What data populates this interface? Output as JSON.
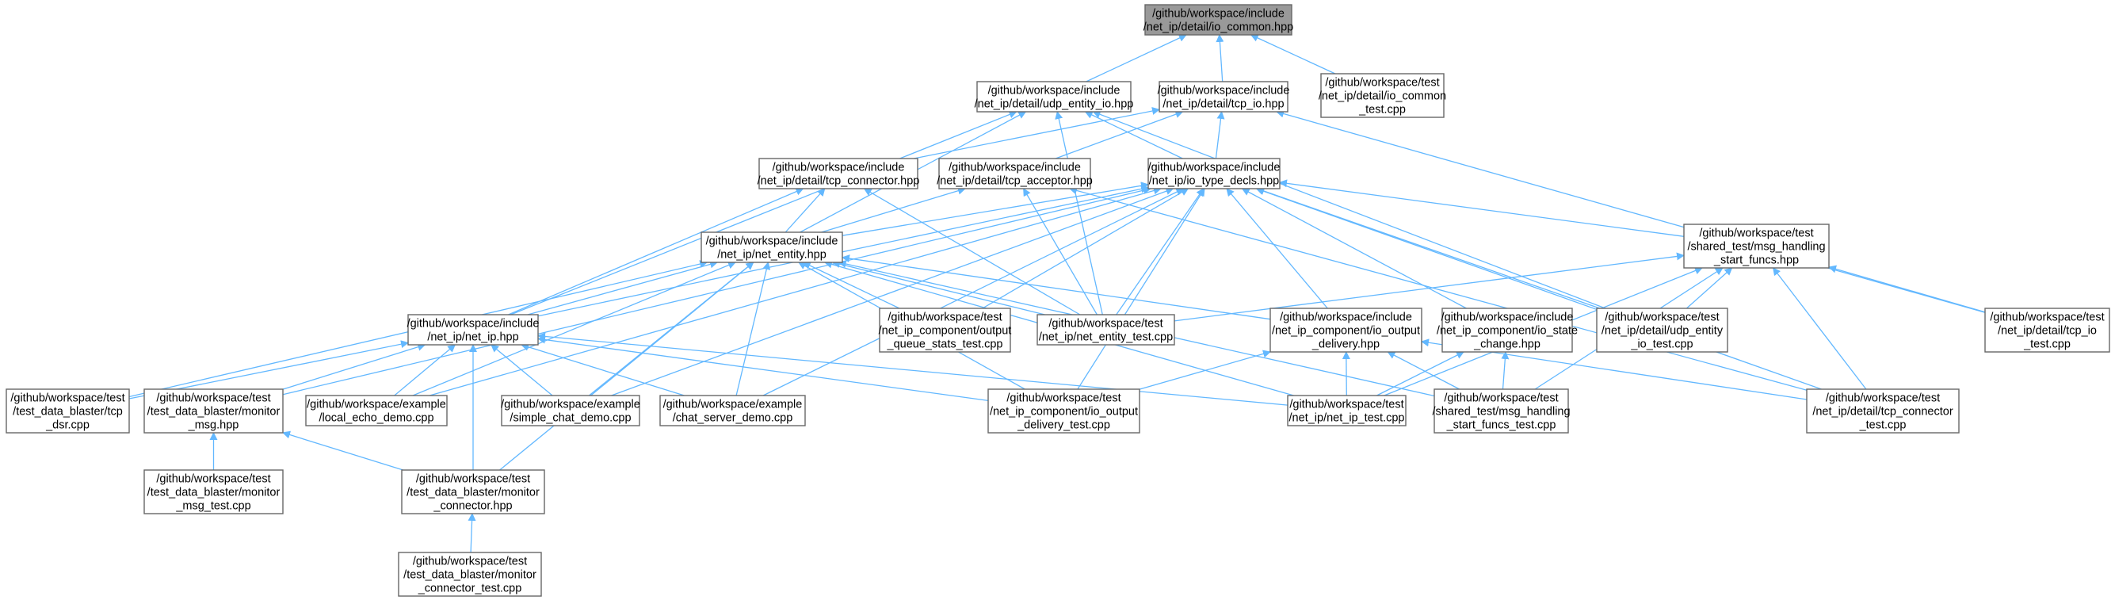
{
  "colors": {
    "edge": "#63b8ff",
    "root_fill": "#999999",
    "node_border": "#666666",
    "node_fill": "#ffffff"
  },
  "nodes": {
    "io_common": [
      "/github/workspace/include",
      "/net_ip/detail/io_common.hpp"
    ],
    "io_common_test": [
      "/github/workspace/test",
      "/net_ip/detail/io_common",
      "_test.cpp"
    ],
    "udp_entity_io": [
      "/github/workspace/include",
      "/net_ip/detail/udp_entity_io.hpp"
    ],
    "tcp_io": [
      "/github/workspace/include",
      "/net_ip/detail/tcp_io.hpp"
    ],
    "tcp_connector": [
      "/github/workspace/include",
      "/net_ip/detail/tcp_connector.hpp"
    ],
    "tcp_acceptor": [
      "/github/workspace/include",
      "/net_ip/detail/tcp_acceptor.hpp"
    ],
    "io_type_decls": [
      "/github/workspace/include",
      "/net_ip/io_type_decls.hpp"
    ],
    "net_entity": [
      "/github/workspace/include",
      "/net_ip/net_entity.hpp"
    ],
    "msg_handling": [
      "/github/workspace/test",
      "/shared_test/msg_handling",
      "_start_funcs.hpp"
    ],
    "tcp_io_test": [
      "/github/workspace/test",
      "/net_ip/detail/tcp_io",
      "_test.cpp"
    ],
    "net_ip": [
      "/github/workspace/include",
      "/net_ip/net_ip.hpp"
    ],
    "queue_stats_test": [
      "/github/workspace/test",
      "/net_ip_component/output",
      "_queue_stats_test.cpp"
    ],
    "net_entity_test": [
      "/github/workspace/test",
      "/net_ip/net_entity_test.cpp"
    ],
    "io_output_delivery": [
      "/github/workspace/include",
      "/net_ip_component/io_output",
      "_delivery.hpp"
    ],
    "io_state_change": [
      "/github/workspace/include",
      "/net_ip_component/io_state",
      "_change.hpp"
    ],
    "udp_entity_io_test": [
      "/github/workspace/test",
      "/net_ip/detail/udp_entity",
      "_io_test.cpp"
    ],
    "tcp_dsr": [
      "/github/workspace/test",
      "/test_data_blaster/tcp",
      "_dsr.cpp"
    ],
    "monitor_msg": [
      "/github/workspace/test",
      "/test_data_blaster/monitor",
      "_msg.hpp"
    ],
    "local_echo_demo": [
      "/github/workspace/example",
      "/local_echo_demo.cpp"
    ],
    "simple_chat_demo": [
      "/github/workspace/example",
      "/simple_chat_demo.cpp"
    ],
    "chat_server_demo": [
      "/github/workspace/example",
      "/chat_server_demo.cpp"
    ],
    "io_output_delivery_test": [
      "/github/workspace/test",
      "/net_ip_component/io_output",
      "_delivery_test.cpp"
    ],
    "net_ip_test": [
      "/github/workspace/test",
      "/net_ip/net_ip_test.cpp"
    ],
    "msg_handling_test": [
      "/github/workspace/test",
      "/shared_test/msg_handling",
      "_start_funcs_test.cpp"
    ],
    "tcp_connector_test": [
      "/github/workspace/test",
      "/net_ip/detail/tcp_connector",
      "_test.cpp"
    ],
    "monitor_msg_test": [
      "/github/workspace/test",
      "/test_data_blaster/monitor",
      "_msg_test.cpp"
    ],
    "monitor_connector": [
      "/github/workspace/test",
      "/test_data_blaster/monitor",
      "_connector.hpp"
    ],
    "monitor_connector_test": [
      "/github/workspace/test",
      "/test_data_blaster/monitor",
      "_connector_test.cpp"
    ]
  },
  "edges": [
    [
      "io_common",
      "udp_entity_io"
    ],
    [
      "io_common",
      "tcp_io"
    ],
    [
      "io_common",
      "io_common_test"
    ],
    [
      "udp_entity_io",
      "net_entity"
    ],
    [
      "udp_entity_io",
      "net_ip"
    ],
    [
      "udp_entity_io",
      "io_type_decls"
    ],
    [
      "udp_entity_io",
      "net_entity_test"
    ],
    [
      "udp_entity_io",
      "udp_entity_io_test"
    ],
    [
      "tcp_io",
      "tcp_connector"
    ],
    [
      "tcp_io",
      "tcp_acceptor"
    ],
    [
      "tcp_io",
      "io_type_decls"
    ],
    [
      "tcp_io",
      "tcp_io_test"
    ],
    [
      "tcp_connector",
      "net_entity"
    ],
    [
      "tcp_connector",
      "net_ip"
    ],
    [
      "tcp_connector",
      "net_entity_test"
    ],
    [
      "tcp_acceptor",
      "net_entity"
    ],
    [
      "tcp_acceptor",
      "net_entity_test"
    ],
    [
      "tcp_acceptor",
      "tcp_connector_test"
    ],
    [
      "io_type_decls",
      "net_entity"
    ],
    [
      "io_type_decls",
      "net_ip"
    ],
    [
      "io_type_decls",
      "msg_handling"
    ],
    [
      "io_type_decls",
      "queue_stats_test"
    ],
    [
      "io_type_decls",
      "net_entity_test"
    ],
    [
      "io_type_decls",
      "io_output_delivery"
    ],
    [
      "io_type_decls",
      "io_state_change"
    ],
    [
      "io_type_decls",
      "udp_entity_io_test"
    ],
    [
      "io_type_decls",
      "monitor_msg"
    ],
    [
      "io_type_decls",
      "local_echo_demo"
    ],
    [
      "io_type_decls",
      "simple_chat_demo"
    ],
    [
      "io_type_decls",
      "chat_server_demo"
    ],
    [
      "io_type_decls",
      "io_output_delivery_test"
    ],
    [
      "io_type_decls",
      "tcp_connector_test"
    ],
    [
      "net_entity",
      "net_ip"
    ],
    [
      "net_entity",
      "queue_stats_test"
    ],
    [
      "net_entity",
      "net_entity_test"
    ],
    [
      "net_entity",
      "io_output_delivery"
    ],
    [
      "net_entity",
      "tcp_dsr"
    ],
    [
      "net_entity",
      "local_echo_demo"
    ],
    [
      "net_entity",
      "simple_chat_demo"
    ],
    [
      "net_entity",
      "chat_server_demo"
    ],
    [
      "net_entity",
      "io_output_delivery_test"
    ],
    [
      "net_entity",
      "net_ip_test"
    ],
    [
      "net_entity",
      "msg_handling_test"
    ],
    [
      "net_entity",
      "monitor_connector"
    ],
    [
      "msg_handling",
      "net_entity_test"
    ],
    [
      "msg_handling",
      "udp_entity_io_test"
    ],
    [
      "msg_handling",
      "tcp_io_test"
    ],
    [
      "msg_handling",
      "net_ip_test"
    ],
    [
      "msg_handling",
      "msg_handling_test"
    ],
    [
      "msg_handling",
      "tcp_connector_test"
    ],
    [
      "net_ip",
      "tcp_dsr"
    ],
    [
      "net_ip",
      "monitor_msg"
    ],
    [
      "net_ip",
      "local_echo_demo"
    ],
    [
      "net_ip",
      "simple_chat_demo"
    ],
    [
      "net_ip",
      "chat_server_demo"
    ],
    [
      "net_ip",
      "io_output_delivery_test"
    ],
    [
      "net_ip",
      "net_ip_test"
    ],
    [
      "net_ip",
      "monitor_connector"
    ],
    [
      "io_output_delivery",
      "io_output_delivery_test"
    ],
    [
      "io_output_delivery",
      "net_ip_test"
    ],
    [
      "io_output_delivery",
      "msg_handling_test"
    ],
    [
      "io_output_delivery",
      "tcp_connector_test"
    ],
    [
      "io_state_change",
      "net_ip_test"
    ],
    [
      "io_state_change",
      "msg_handling_test"
    ],
    [
      "monitor_msg",
      "monitor_msg_test"
    ],
    [
      "monitor_msg",
      "monitor_connector"
    ],
    [
      "monitor_connector",
      "monitor_connector_test"
    ]
  ]
}
